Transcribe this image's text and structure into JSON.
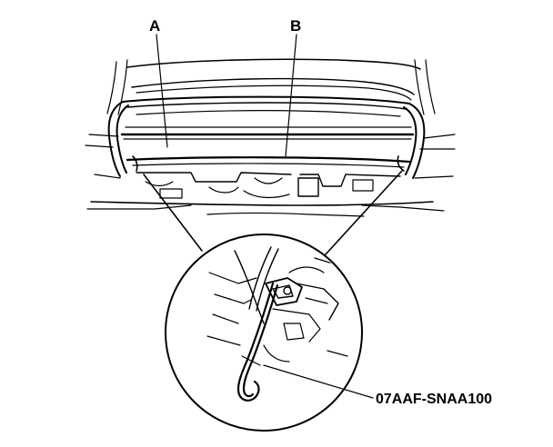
{
  "labels": {
    "a": "A",
    "b": "B",
    "tool": "07AAF-SNAA100"
  },
  "colors": {
    "line": "#000000",
    "background": "#ffffff"
  }
}
